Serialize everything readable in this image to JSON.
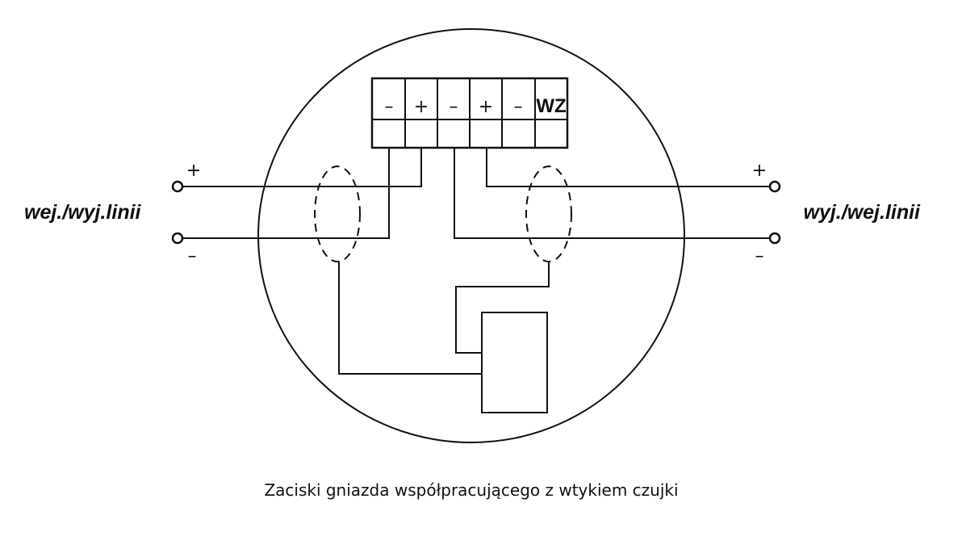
{
  "terminals": [
    "–",
    "+",
    "–",
    "+",
    "–",
    "WZ"
  ],
  "left_label": "wej./wyj.linii",
  "right_label": "wyj./wej.linii",
  "plus_sign": "+",
  "minus_sign": "–",
  "caption": "Zaciski gniazda współpracującego z wtykiem czujki"
}
